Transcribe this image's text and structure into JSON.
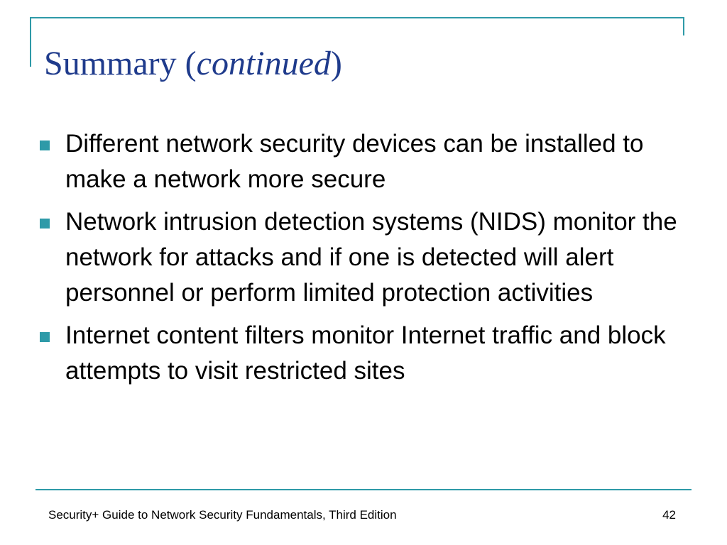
{
  "slide": {
    "title": "Summary (",
    "title_italic": "continued",
    "title_end": ")",
    "accent_color": "#2e9aa8",
    "title_color": "#1f3b8c"
  },
  "bullets": [
    "Different network security devices can be installed to make a network more secure",
    "Network intrusion detection systems (NIDS) monitor the network for attacks and if one is detected will alert personnel or perform limited protection activities",
    "Internet content filters monitor Internet traffic and block attempts to visit restricted sites"
  ],
  "footer": {
    "text": "Security+ Guide to Network Security Fundamentals, Third Edition",
    "page_number": "42"
  }
}
